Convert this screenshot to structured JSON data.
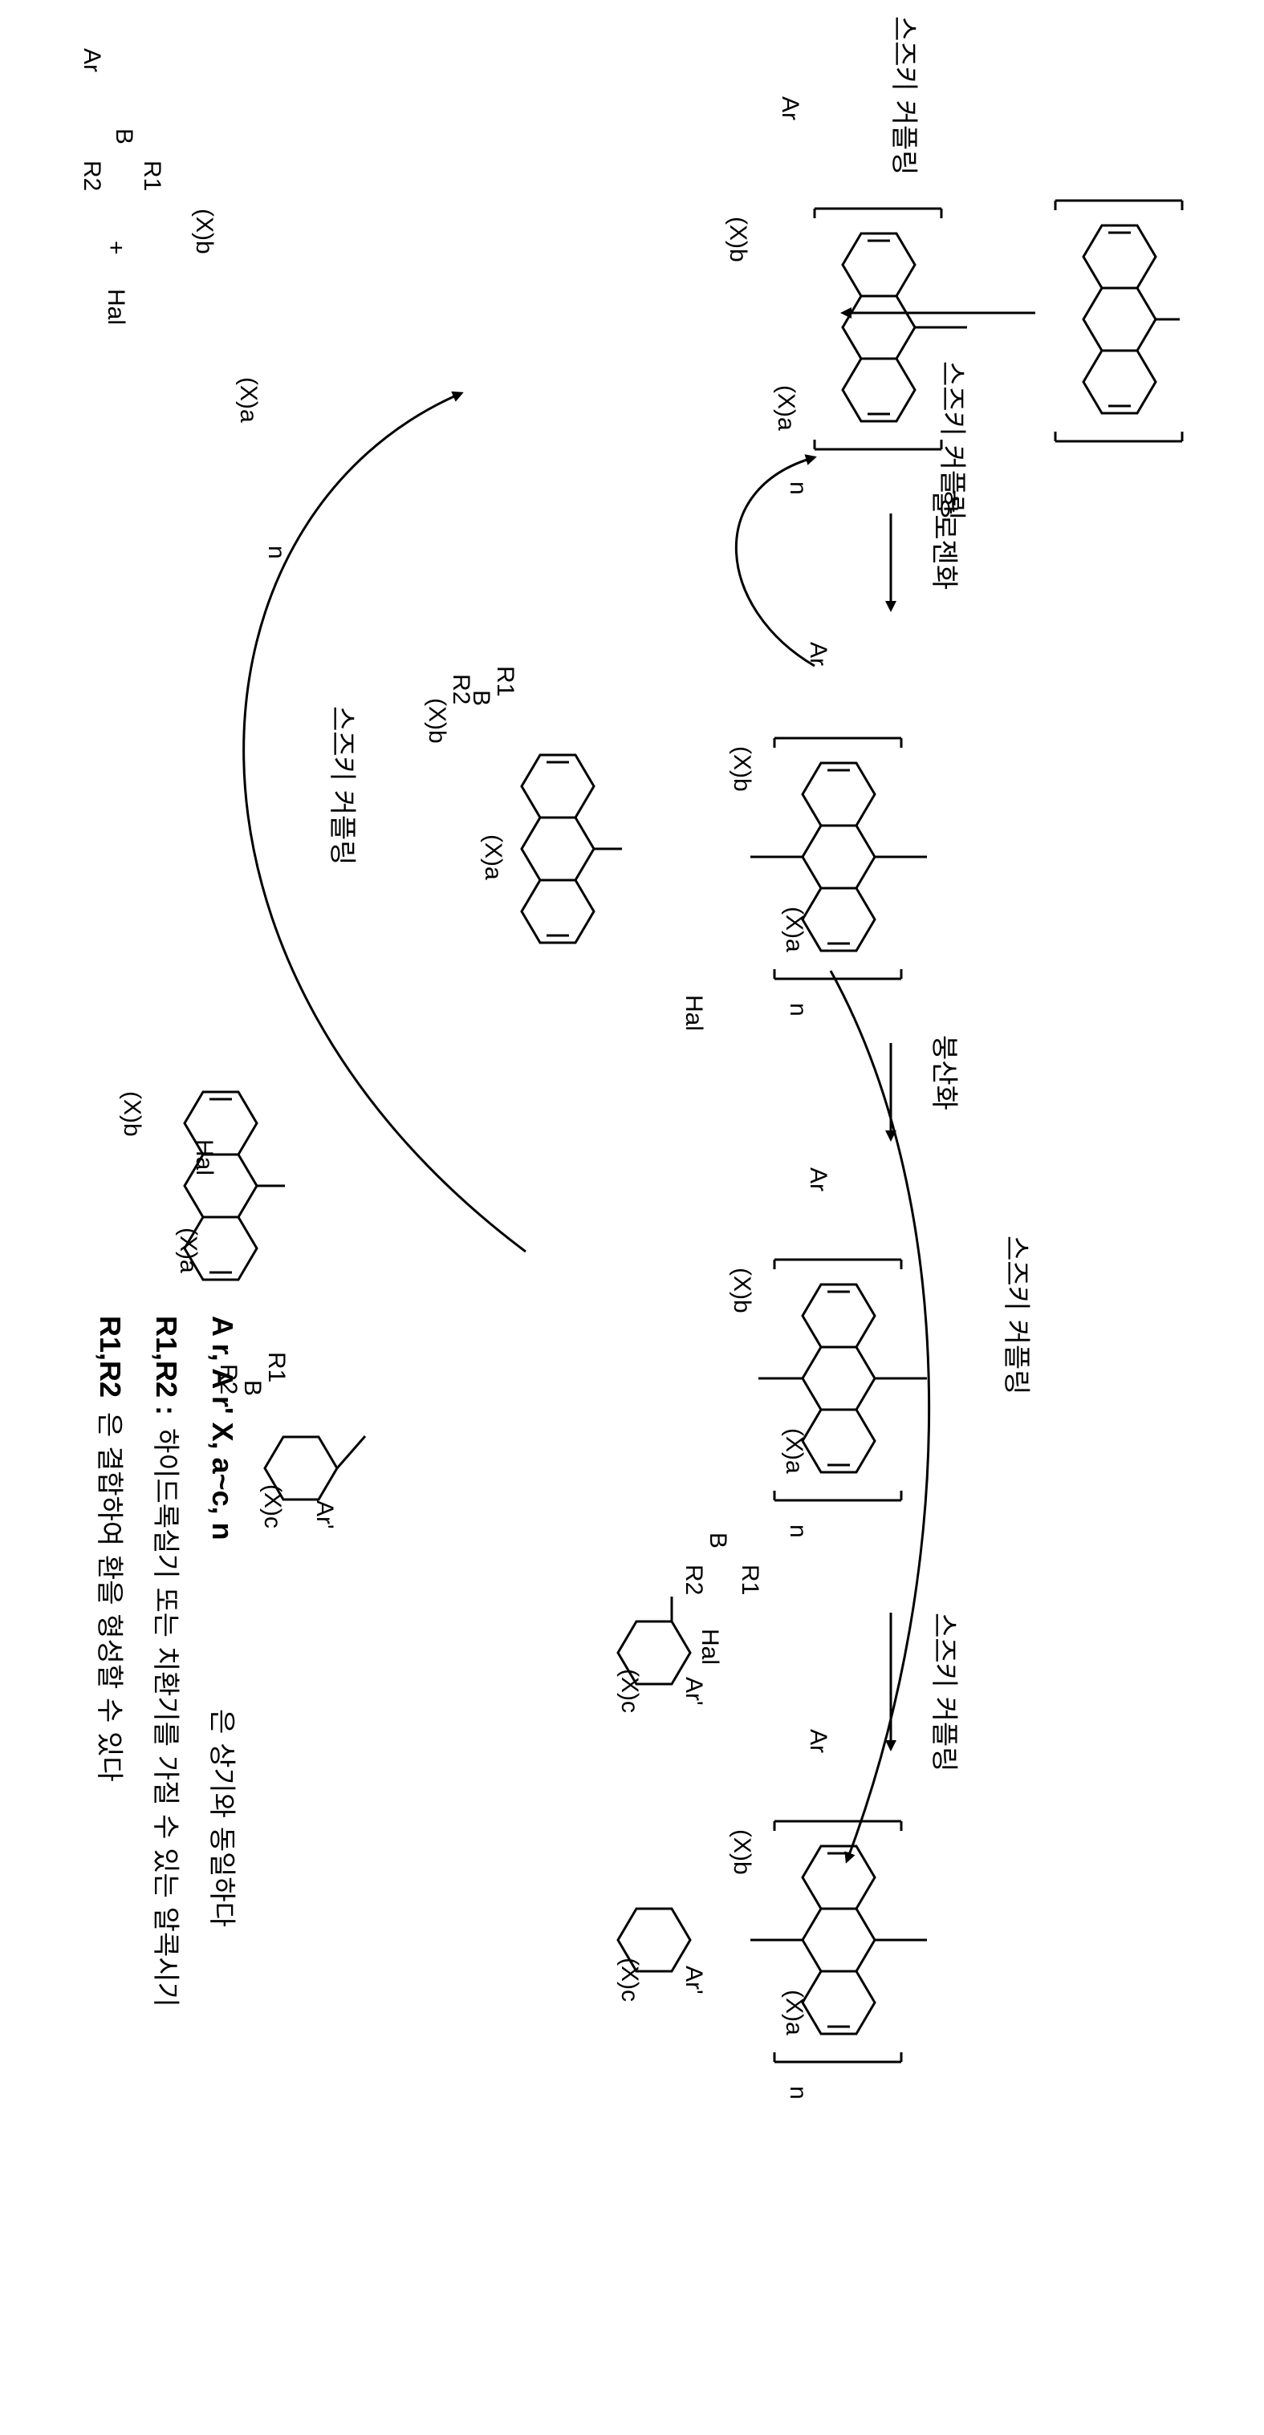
{
  "reaction": {
    "suzuki": "스즈키 커플링",
    "halogenation": "할로젠화",
    "boronation": "붕산화"
  },
  "labels": {
    "ar": "Ar",
    "ar_prime": "Ar'",
    "hal": "Hal",
    "b": "B",
    "r1": "R1",
    "r2": "R2",
    "xa": "(X)a",
    "xb": "(X)b",
    "xc": "(X)c",
    "n": "n",
    "plus": "+"
  },
  "legend": {
    "line1_bold": "A r,  A r'  X,  a~c,  n",
    "line1_rest": "은 상기와 동일하다",
    "line2_bold": "R1,R2 :",
    "line2_rest": "하이드록실기 또는 치환기를 가질 수 있는 알콕시기",
    "line3_bold": "R1,R2",
    "line3_rest": "은 결합하여 환을 형성할 수 있다"
  },
  "colors": {
    "ink": "#000000",
    "background": "#ffffff"
  }
}
